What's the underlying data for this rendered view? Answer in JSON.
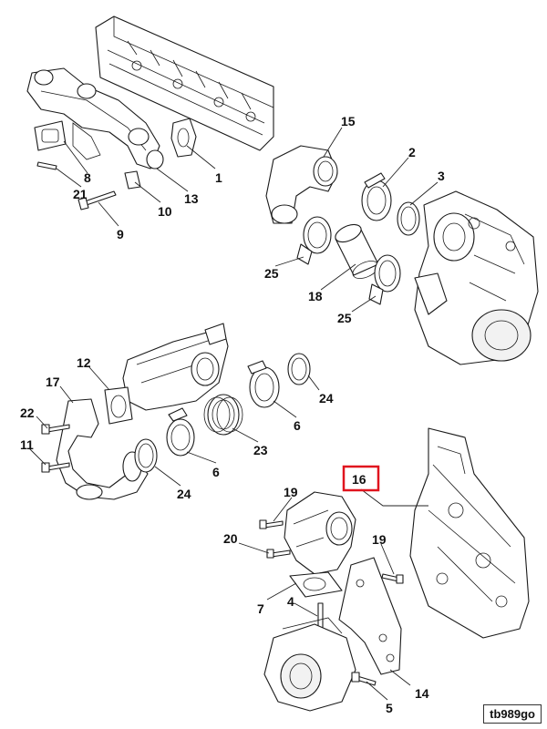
{
  "callouts": {
    "c1": "1",
    "c2": "2",
    "c3": "3",
    "c4": "4",
    "c5": "5",
    "c6a": "6",
    "c6b": "6",
    "c7": "7",
    "c8": "8",
    "c9": "9",
    "c10": "10",
    "c11": "11",
    "c12": "12",
    "c13": "13",
    "c14": "14",
    "c15": "15",
    "c16": "16",
    "c17": "17",
    "c18": "18",
    "c19a": "19",
    "c19b": "19",
    "c20": "20",
    "c21": "21",
    "c22": "22",
    "c23": "23",
    "c24a": "24",
    "c24b": "24",
    "c25a": "25",
    "c25b": "25"
  },
  "highlight": {
    "callout": "16",
    "color": "#e0141e"
  },
  "reference_code": "tb989go"
}
